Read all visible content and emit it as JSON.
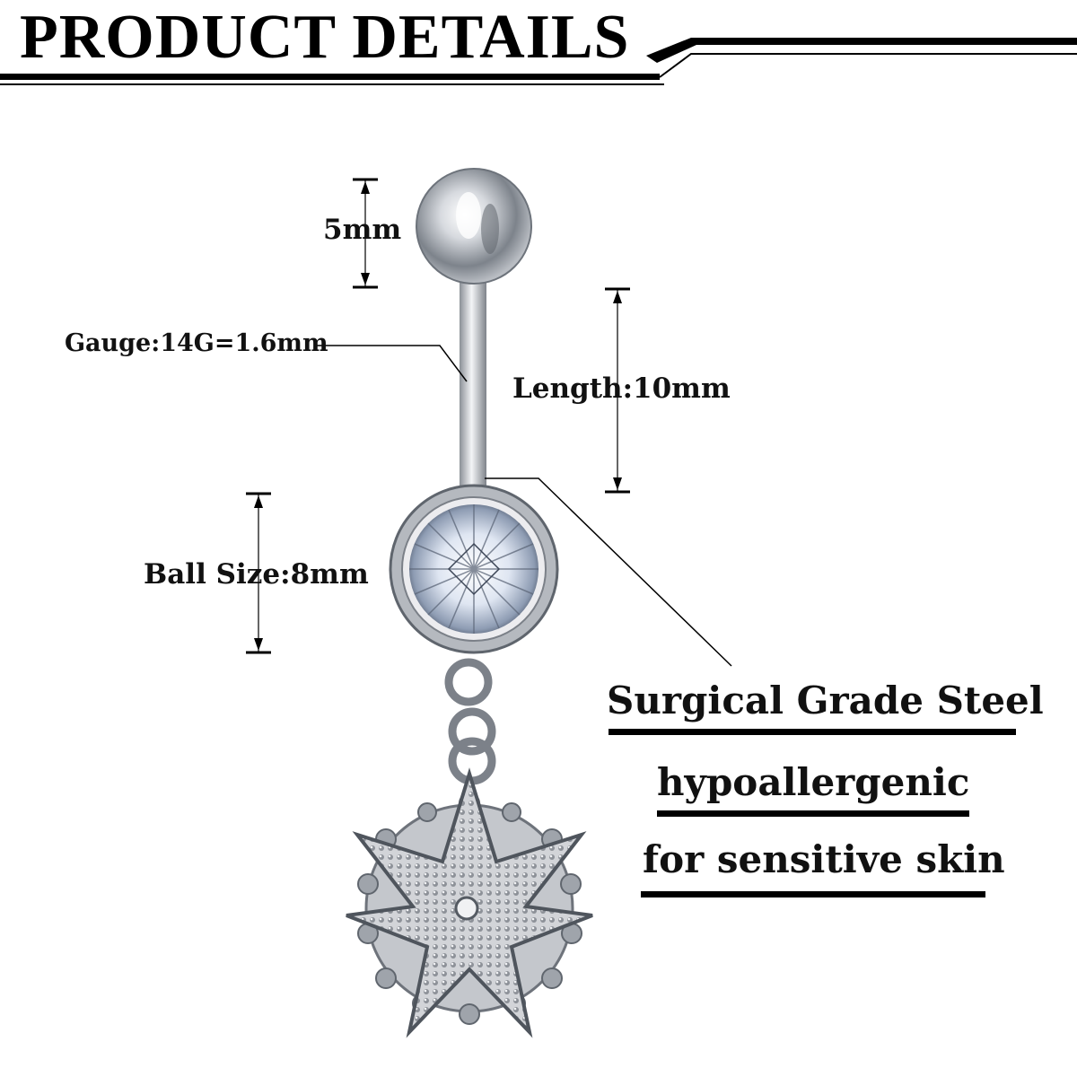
{
  "header": {
    "title": "PRODUCT DETAILS"
  },
  "dimensions": {
    "top_ball": "5mm",
    "gauge": "Gauge:14G=1.6mm",
    "length": "Length:10mm",
    "ball_size": "Ball Size:8mm"
  },
  "features": [
    "Surgical Grade Steel",
    "hypoallergenic",
    "for sensitive skin"
  ],
  "colors": {
    "text": "#000000",
    "background": "#ffffff",
    "metal": "#c9ccd1"
  }
}
